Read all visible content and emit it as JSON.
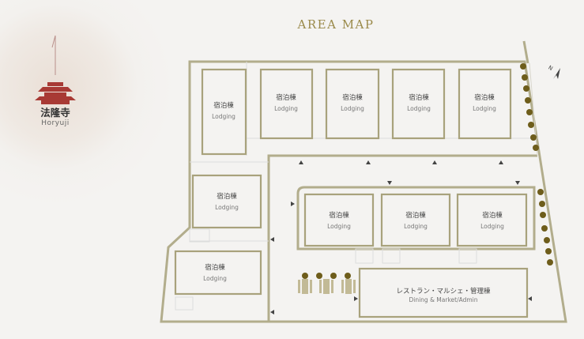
{
  "title": "AREA MAP",
  "landmark": {
    "name_jp": "法隆寺",
    "name_en": "Horyuji"
  },
  "buildings": [
    {
      "jp": "宿泊棟",
      "en": "Lodging"
    },
    {
      "jp": "宿泊棟",
      "en": "Lodging"
    },
    {
      "jp": "宿泊棟",
      "en": "Lodging"
    },
    {
      "jp": "宿泊棟",
      "en": "Lodging"
    },
    {
      "jp": "宿泊棟",
      "en": "Lodging"
    },
    {
      "jp": "宿泊棟",
      "en": "Lodging"
    },
    {
      "jp": "宿泊棟",
      "en": "Lodging"
    },
    {
      "jp": "宿泊棟",
      "en": "Lodging"
    },
    {
      "jp": "宿泊棟",
      "en": "Lodging"
    },
    {
      "jp": "宿泊棟",
      "en": "Lodging"
    }
  ],
  "restaurant": {
    "jp": "レストラン・マルシェ・管理棟",
    "en": "Dining & Market/Admin"
  },
  "north_label": "N",
  "colors": {
    "outline": "#a8a27c",
    "tree": "#6e5d1b",
    "temple": "#a83a35",
    "title": "#9a8a4a"
  }
}
